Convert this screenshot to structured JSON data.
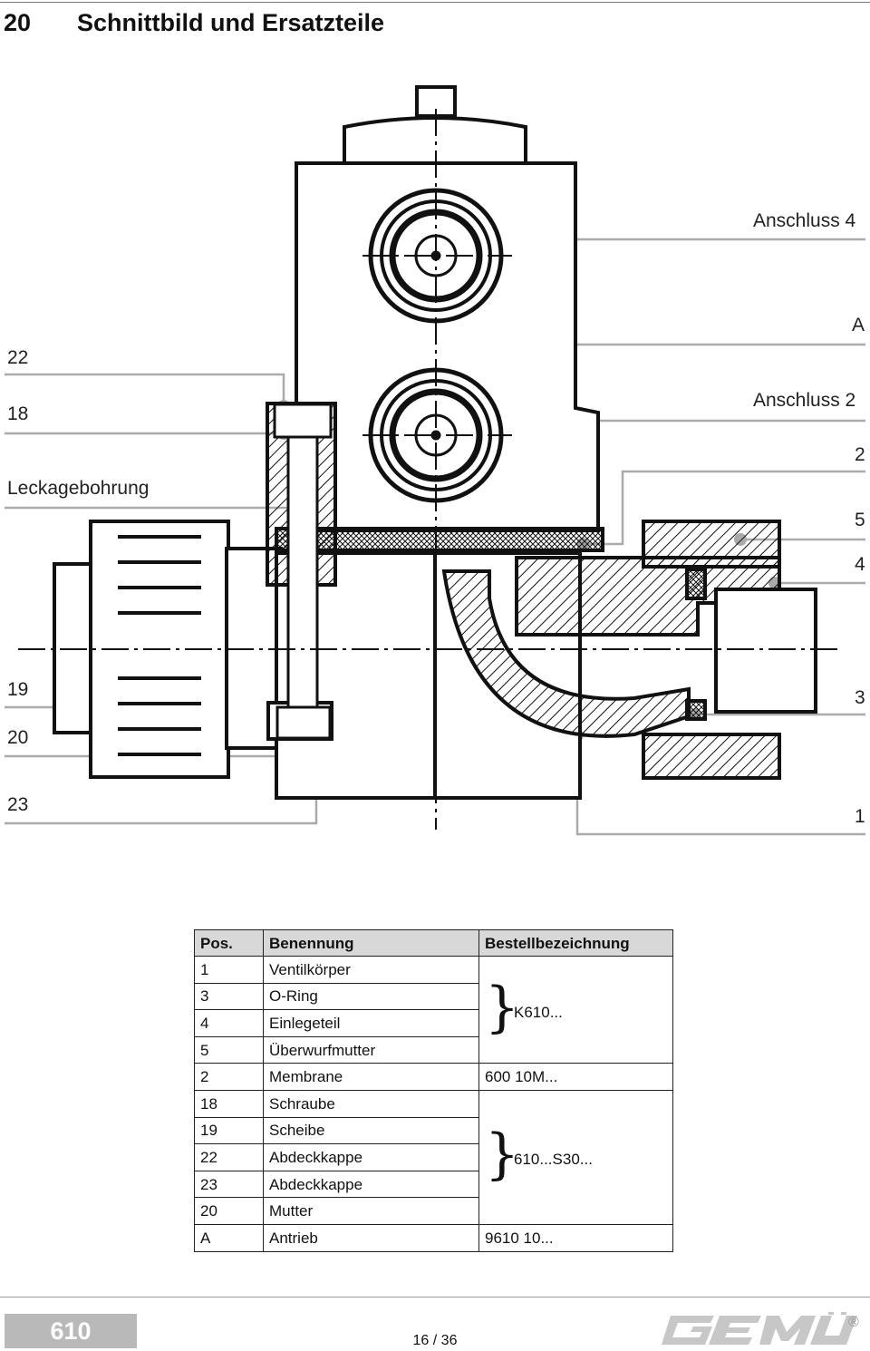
{
  "section": {
    "number": "20",
    "title": "Schnittbild und Ersatzteile"
  },
  "callouts": {
    "anschluss4": "Anschluss 4",
    "a": "A",
    "anschluss2": "Anschluss 2",
    "n2": "2",
    "n5": "5",
    "n4": "4",
    "n3": "3",
    "n1": "1",
    "n22": "22",
    "n18": "18",
    "leckage": "Leckagebohrung",
    "n19": "19",
    "n20": "20",
    "n23": "23"
  },
  "table": {
    "headers": {
      "pos": "Pos.",
      "name": "Benennung",
      "code": "Bestellbezeichnung"
    },
    "rows": [
      {
        "pos": "1",
        "name": "Ventilkörper"
      },
      {
        "pos": "3",
        "name": "O-Ring"
      },
      {
        "pos": "4",
        "name": "Einlegeteil"
      },
      {
        "pos": "5",
        "name": "Überwurfmutter"
      },
      {
        "pos": "2",
        "name": "Membrane",
        "code": "600 10M..."
      },
      {
        "pos": "18",
        "name": "Schraube"
      },
      {
        "pos": "19",
        "name": "Scheibe"
      },
      {
        "pos": "22",
        "name": "Abdeckkappe"
      },
      {
        "pos": "23",
        "name": "Abdeckkappe"
      },
      {
        "pos": "20",
        "name": "Mutter"
      },
      {
        "pos": "A",
        "name": "Antrieb",
        "code": "9610 10..."
      }
    ],
    "group1_code": "K610...",
    "group2_code": "610...S30..."
  },
  "footer": {
    "model": "610",
    "page": "16 / 36",
    "logo_icon": "gemu-logo",
    "registered": "®"
  }
}
